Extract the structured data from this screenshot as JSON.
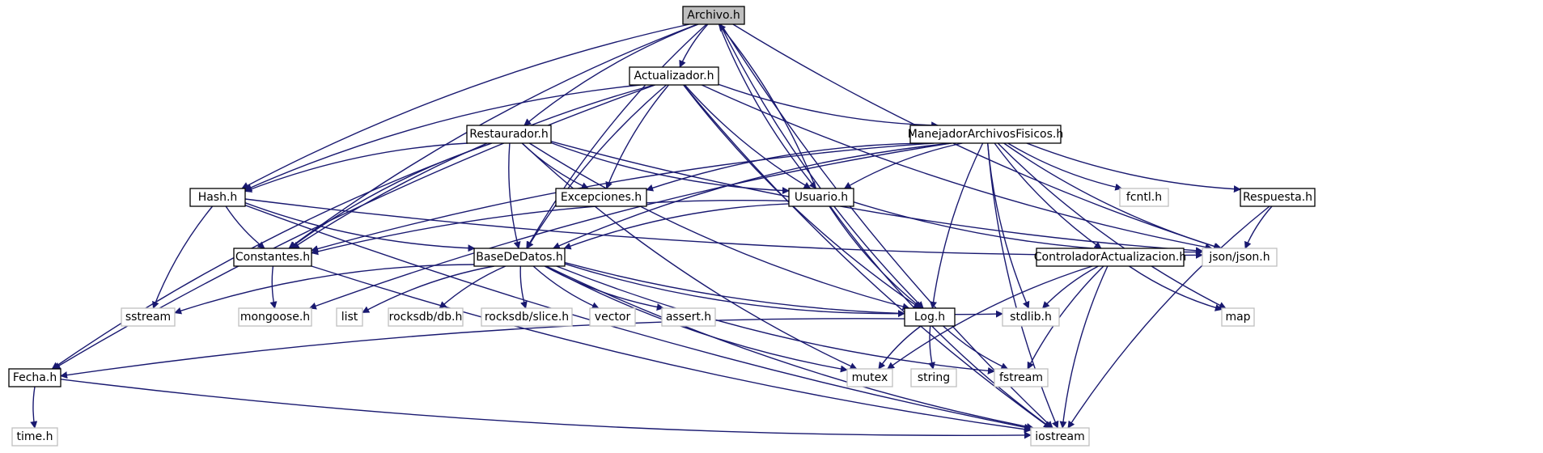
{
  "diagram": {
    "colors": {
      "edge": "#191970",
      "border_local": "#000000",
      "border_system": "#bfbfbf",
      "fill_root": "#bfbfbf",
      "fill_default": "#ffffff",
      "text": "#000000"
    },
    "nodes": [
      {
        "id": "archivo",
        "label": "Archivo.h",
        "kind": "root"
      },
      {
        "id": "actualizador",
        "label": "Actualizador.h",
        "kind": "local"
      },
      {
        "id": "restaurador",
        "label": "Restaurador.h",
        "kind": "local"
      },
      {
        "id": "manejador",
        "label": "ManejadorArchivosFisicos.h",
        "kind": "local"
      },
      {
        "id": "hash",
        "label": "Hash.h",
        "kind": "local"
      },
      {
        "id": "excepciones",
        "label": "Excepciones.h",
        "kind": "local"
      },
      {
        "id": "usuario",
        "label": "Usuario.h",
        "kind": "local"
      },
      {
        "id": "fcntl",
        "label": "fcntl.h",
        "kind": "system"
      },
      {
        "id": "respuesta",
        "label": "Respuesta.h",
        "kind": "local"
      },
      {
        "id": "constantes",
        "label": "Constantes.h",
        "kind": "local"
      },
      {
        "id": "basededatos",
        "label": "BaseDeDatos.h",
        "kind": "local"
      },
      {
        "id": "json",
        "label": "json/json.h",
        "kind": "system"
      },
      {
        "id": "controlador",
        "label": "ControladorActualizacion.h",
        "kind": "local"
      },
      {
        "id": "sstream",
        "label": "sstream",
        "kind": "system"
      },
      {
        "id": "mongoose",
        "label": "mongoose.h",
        "kind": "system"
      },
      {
        "id": "list",
        "label": "list",
        "kind": "system"
      },
      {
        "id": "rocksdb_db",
        "label": "rocksdb/db.h",
        "kind": "system"
      },
      {
        "id": "rocksdb_slice",
        "label": "rocksdb/slice.h",
        "kind": "system"
      },
      {
        "id": "vector",
        "label": "vector",
        "kind": "system"
      },
      {
        "id": "assert",
        "label": "assert.h",
        "kind": "system"
      },
      {
        "id": "log",
        "label": "Log.h",
        "kind": "local"
      },
      {
        "id": "stdlib",
        "label": "stdlib.h",
        "kind": "system"
      },
      {
        "id": "map",
        "label": "map",
        "kind": "system"
      },
      {
        "id": "fecha",
        "label": "Fecha.h",
        "kind": "local"
      },
      {
        "id": "mutex",
        "label": "mutex",
        "kind": "system"
      },
      {
        "id": "string",
        "label": "string",
        "kind": "system"
      },
      {
        "id": "fstream",
        "label": "fstream",
        "kind": "system"
      },
      {
        "id": "time",
        "label": "time.h",
        "kind": "system"
      },
      {
        "id": "iostream",
        "label": "iostream",
        "kind": "system"
      }
    ],
    "edges": [
      [
        "archivo",
        "actualizador"
      ],
      [
        "archivo",
        "restaurador"
      ],
      [
        "archivo",
        "hash"
      ],
      [
        "archivo",
        "usuario"
      ],
      [
        "archivo",
        "constantes"
      ],
      [
        "archivo",
        "basededatos"
      ],
      [
        "archivo",
        "json"
      ],
      [
        "archivo",
        "log"
      ],
      [
        "archivo",
        "iostream"
      ],
      [
        "actualizador",
        "hash"
      ],
      [
        "actualizador",
        "fecha"
      ],
      [
        "actualizador",
        "constantes"
      ],
      [
        "actualizador",
        "basededatos"
      ],
      [
        "actualizador",
        "excepciones"
      ],
      [
        "actualizador",
        "usuario"
      ],
      [
        "actualizador",
        "log"
      ],
      [
        "actualizador",
        "manejador"
      ],
      [
        "actualizador",
        "json"
      ],
      [
        "actualizador",
        "iostream"
      ],
      [
        "restaurador",
        "fecha"
      ],
      [
        "restaurador",
        "hash"
      ],
      [
        "restaurador",
        "constantes"
      ],
      [
        "restaurador",
        "basededatos"
      ],
      [
        "restaurador",
        "excepciones"
      ],
      [
        "restaurador",
        "usuario"
      ],
      [
        "restaurador",
        "json"
      ],
      [
        "restaurador",
        "log"
      ],
      [
        "restaurador",
        "mutex"
      ],
      [
        "manejador",
        "excepciones"
      ],
      [
        "manejador",
        "usuario"
      ],
      [
        "manejador",
        "constantes"
      ],
      [
        "manejador",
        "basededatos"
      ],
      [
        "manejador",
        "mongoose"
      ],
      [
        "manejador",
        "log"
      ],
      [
        "manejador",
        "stdlib"
      ],
      [
        "manejador",
        "controlador"
      ],
      [
        "manejador",
        "fcntl"
      ],
      [
        "manejador",
        "respuesta"
      ],
      [
        "manejador",
        "json"
      ],
      [
        "manejador",
        "map"
      ],
      [
        "manejador",
        "iostream"
      ],
      [
        "usuario",
        "archivo"
      ],
      [
        "usuario",
        "constantes"
      ],
      [
        "usuario",
        "basededatos"
      ],
      [
        "usuario",
        "json"
      ],
      [
        "usuario",
        "log"
      ],
      [
        "usuario",
        "iostream"
      ],
      [
        "hash",
        "constantes"
      ],
      [
        "hash",
        "basededatos"
      ],
      [
        "hash",
        "json"
      ],
      [
        "hash",
        "sstream"
      ],
      [
        "hash",
        "iostream"
      ],
      [
        "respuesta",
        "json"
      ],
      [
        "respuesta",
        "iostream"
      ],
      [
        "constantes",
        "mongoose"
      ],
      [
        "constantes",
        "iostream"
      ],
      [
        "basededatos",
        "sstream"
      ],
      [
        "basededatos",
        "list"
      ],
      [
        "basededatos",
        "rocksdb_db"
      ],
      [
        "basededatos",
        "rocksdb_slice"
      ],
      [
        "basededatos",
        "vector"
      ],
      [
        "basededatos",
        "assert"
      ],
      [
        "basededatos",
        "log"
      ],
      [
        "basededatos",
        "stdlib"
      ],
      [
        "basededatos",
        "mutex"
      ],
      [
        "basededatos",
        "fstream"
      ],
      [
        "basededatos",
        "iostream"
      ],
      [
        "controlador",
        "stdlib"
      ],
      [
        "controlador",
        "map"
      ],
      [
        "controlador",
        "mutex"
      ],
      [
        "controlador",
        "fstream"
      ],
      [
        "controlador",
        "iostream"
      ],
      [
        "log",
        "fecha"
      ],
      [
        "log",
        "mutex"
      ],
      [
        "log",
        "string"
      ],
      [
        "log",
        "fstream"
      ],
      [
        "fecha",
        "time"
      ],
      [
        "fecha",
        "iostream"
      ]
    ]
  }
}
